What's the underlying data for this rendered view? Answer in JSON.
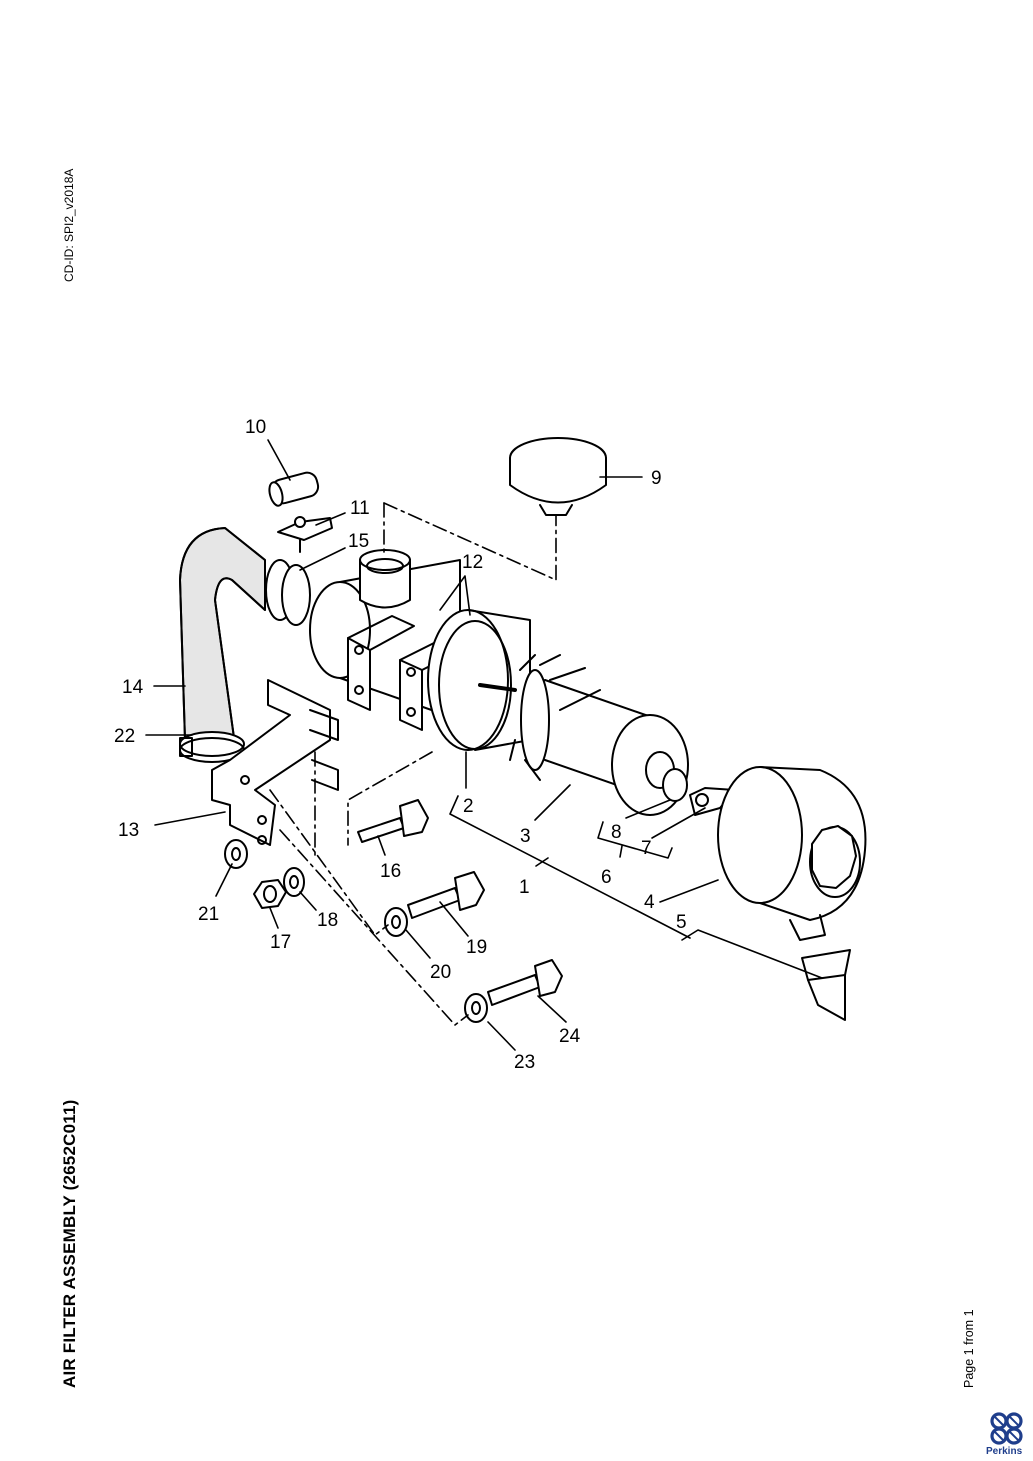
{
  "header": {
    "document_id": "CD-ID: SPI2_v2018A"
  },
  "page": {
    "title": "AIR FILTER ASSEMBLY (2652C011)",
    "page_info": "Page 1 from 1"
  },
  "brand": {
    "name": "Perkins",
    "color": "#1f3e8c"
  },
  "diagram": {
    "callouts": [
      "1",
      "2",
      "3",
      "4",
      "5",
      "6",
      "7",
      "8",
      "9",
      "10",
      "11",
      "12",
      "13",
      "14",
      "15",
      "16",
      "17",
      "18",
      "19",
      "20",
      "21",
      "22",
      "23",
      "24"
    ]
  }
}
